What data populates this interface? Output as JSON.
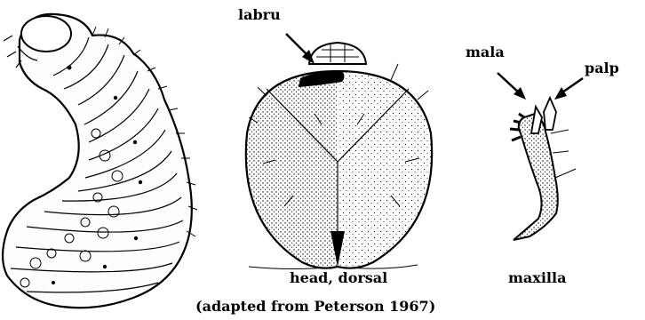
{
  "labels": {
    "labrum": "labru",
    "mala": "mala",
    "palp": "palp",
    "head": "head, dorsal",
    "maxilla": "maxilla",
    "credit": "(adapted from Peterson 1967)"
  }
}
